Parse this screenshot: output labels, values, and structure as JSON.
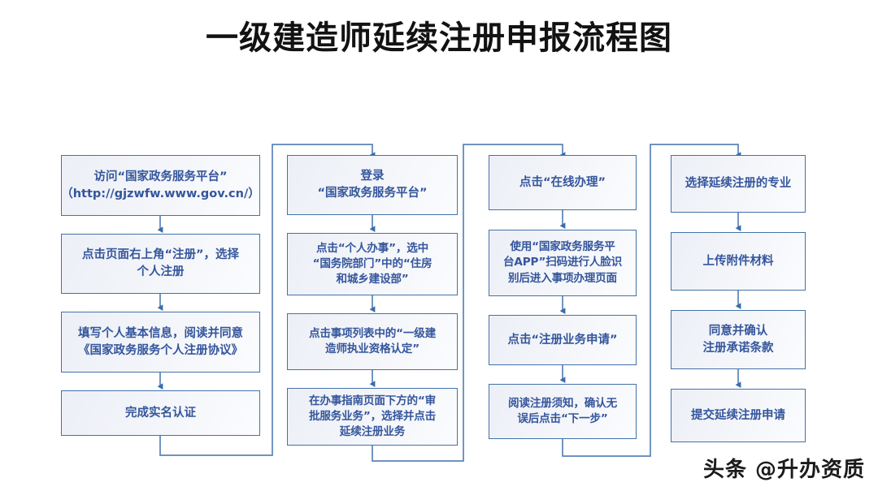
{
  "page": {
    "title": "一级建造师延续注册申报流程图",
    "watermark": "头条 @升办资质",
    "background_color": "#ffffff"
  },
  "style": {
    "box_border_color": "#4472a8",
    "box_fill_color": "#eef1f7",
    "box_text_color": "#35569c",
    "connector_color": "#4472a8",
    "title_color": "#121212"
  },
  "chart_data": {
    "type": "diagram",
    "title": "一级建造师延续注册申报流程图",
    "layout": "four columns, top-to-bottom within each column, snaking left-to-right between columns",
    "columns": [
      {
        "index": 1,
        "nodes": [
          "访问“国家政务服务平台”\n（http://gjzwfw.www.gov.cn/）",
          "点击页面右上角“注册”，选择\n个人注册",
          "填写个人基本信息，阅读并同意\n《国家政务服务个人注册协议》",
          "完成实名认证"
        ]
      },
      {
        "index": 2,
        "nodes": [
          "登录\n“国家政务服务平台”",
          "点击“个人办事”，选中\n“国务院部门”中的“住房\n和城乡建设部”",
          "点击事项列表中的“一级建\n造师执业资格认定”",
          "在办事指南页面下方的“审\n批服务业务”，选择并点击\n延续注册业务"
        ]
      },
      {
        "index": 3,
        "nodes": [
          "点击“在线办理”",
          "使用“国家政务服务平\n台APP”扫码进行人脸识\n别后进入事项办理页面",
          "点击“注册业务申请”",
          "阅读注册须知，确认无\n误后点击“下一步”"
        ]
      },
      {
        "index": 4,
        "nodes": [
          "选择延续注册的专业",
          "上传附件材料",
          "同意并确认\n注册承诺条款",
          "提交延续注册申请"
        ]
      }
    ],
    "connectors": [
      {
        "from": "c1n1",
        "to": "c1n2",
        "kind": "vertical-arrow"
      },
      {
        "from": "c1n2",
        "to": "c1n3",
        "kind": "vertical-arrow"
      },
      {
        "from": "c1n3",
        "to": "c1n4",
        "kind": "vertical-arrow"
      },
      {
        "from": "c1n4",
        "to": "c2n1",
        "kind": "wrap-to-next-column"
      },
      {
        "from": "c2n1",
        "to": "c2n2",
        "kind": "vertical-arrow"
      },
      {
        "from": "c2n2",
        "to": "c2n3",
        "kind": "vertical-arrow"
      },
      {
        "from": "c2n3",
        "to": "c2n4",
        "kind": "vertical-arrow"
      },
      {
        "from": "c2n4",
        "to": "c3n1",
        "kind": "wrap-to-next-column"
      },
      {
        "from": "c3n1",
        "to": "c3n2",
        "kind": "vertical-arrow"
      },
      {
        "from": "c3n2",
        "to": "c3n3",
        "kind": "vertical-arrow"
      },
      {
        "from": "c3n3",
        "to": "c3n4",
        "kind": "vertical-arrow"
      },
      {
        "from": "c3n4",
        "to": "c4n1",
        "kind": "wrap-to-next-column"
      },
      {
        "from": "c4n1",
        "to": "c4n2",
        "kind": "vertical-arrow"
      },
      {
        "from": "c4n2",
        "to": "c4n3",
        "kind": "vertical-arrow"
      },
      {
        "from": "c4n3",
        "to": "c4n4",
        "kind": "vertical-arrow"
      }
    ]
  },
  "boxes": {
    "c1n1": "访问“国家政务服务平台”\n（http://gjzwfw.www.gov.cn/）",
    "c1n2": "点击页面右上角“注册”，选择\n个人注册",
    "c1n3": "填写个人基本信息，阅读并同意\n《国家政务服务个人注册协议》",
    "c1n4": "完成实名认证",
    "c2n1": "登录\n“国家政务服务平台”",
    "c2n2": "点击“个人办事”，选中\n“国务院部门”中的“住房\n和城乡建设部”",
    "c2n3": "点击事项列表中的“一级建\n造师执业资格认定”",
    "c2n4": "在办事指南页面下方的“审\n批服务业务”，选择并点击\n延续注册业务",
    "c3n1": "点击“在线办理”",
    "c3n2": "使用“国家政务服务平\n台APP”扫码进行人脸识\n别后进入事项办理页面",
    "c3n3": "点击“注册业务申请”",
    "c3n4": "阅读注册须知，确认无\n误后点击“下一步”",
    "c4n1": "选择延续注册的专业",
    "c4n2": "上传附件材料",
    "c4n3": "同意并确认\n注册承诺条款",
    "c4n4": "提交延续注册申请"
  }
}
